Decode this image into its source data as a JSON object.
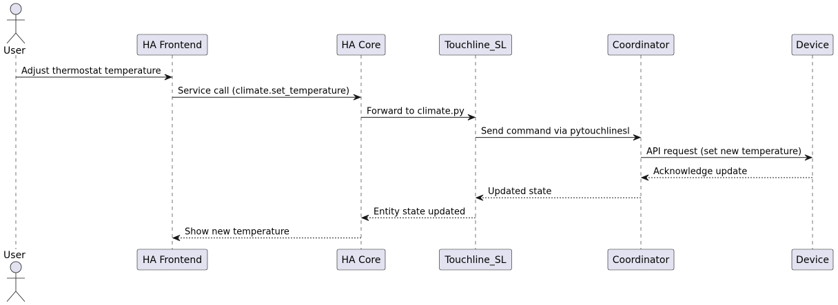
{
  "diagram": {
    "participants": [
      {
        "id": "user",
        "label": "User",
        "kind": "actor"
      },
      {
        "id": "ha_frontend",
        "label": "HA Frontend",
        "kind": "participant"
      },
      {
        "id": "ha_core",
        "label": "HA Core",
        "kind": "participant"
      },
      {
        "id": "touchline_sl",
        "label": "Touchline_SL",
        "kind": "participant"
      },
      {
        "id": "coordinator",
        "label": "Coordinator",
        "kind": "participant"
      },
      {
        "id": "device",
        "label": "Device",
        "kind": "participant"
      }
    ],
    "messages": [
      {
        "from": "user",
        "to": "ha_frontend",
        "label": "Adjust thermostat temperature",
        "style": "solid"
      },
      {
        "from": "ha_frontend",
        "to": "ha_core",
        "label": "Service call (climate.set_temperature)",
        "style": "solid"
      },
      {
        "from": "ha_core",
        "to": "touchline_sl",
        "label": "Forward to climate.py",
        "style": "solid"
      },
      {
        "from": "touchline_sl",
        "to": "coordinator",
        "label": "Send command via pytouchlinesl",
        "style": "solid"
      },
      {
        "from": "coordinator",
        "to": "device",
        "label": "API request (set new temperature)",
        "style": "solid"
      },
      {
        "from": "device",
        "to": "coordinator",
        "label": "Acknowledge update",
        "style": "dashed"
      },
      {
        "from": "coordinator",
        "to": "touchline_sl",
        "label": "Updated state",
        "style": "dashed"
      },
      {
        "from": "touchline_sl",
        "to": "ha_core",
        "label": "Entity state updated",
        "style": "dashed"
      },
      {
        "from": "ha_core",
        "to": "ha_frontend",
        "label": "Show new temperature",
        "style": "dashed"
      }
    ],
    "colors": {
      "participant_fill": "#E2E2F0",
      "line": "#181818",
      "text": "#000000"
    }
  }
}
